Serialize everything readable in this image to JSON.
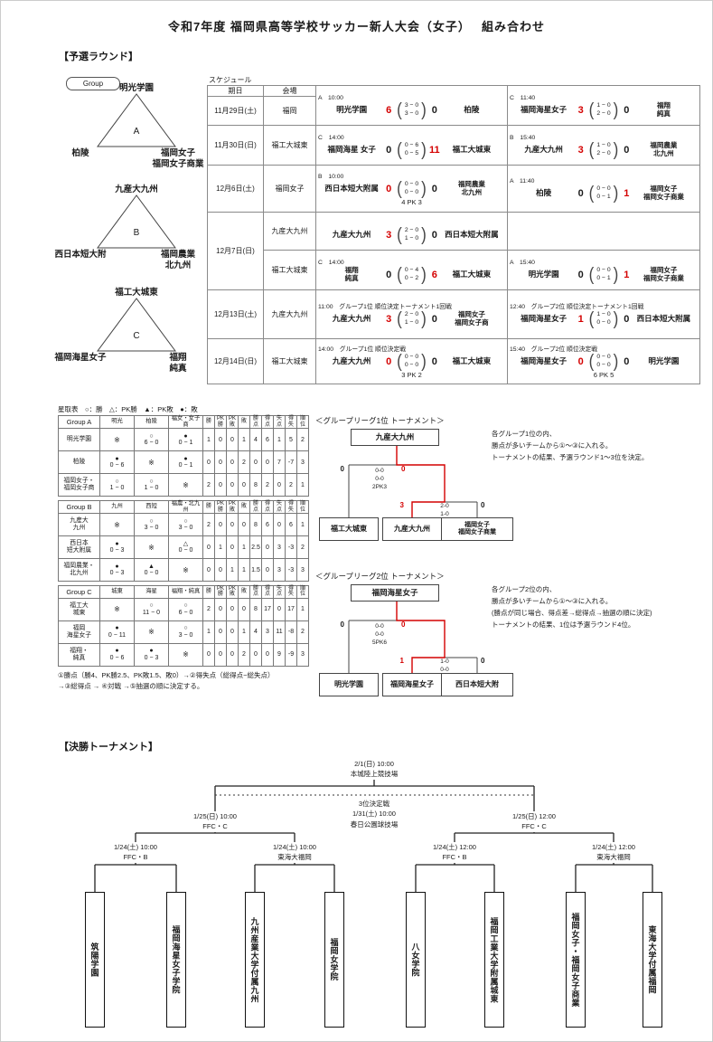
{
  "title": "令和7年度 福岡県高等学校サッカー新人大会（女子）　 組み合わせ",
  "sections": {
    "preliminary": "【予選ラウンド】",
    "final": "【決勝トーナメント】"
  },
  "groups_label": "Group",
  "colors": {
    "score_red": "#d40000",
    "line_black": "#444444"
  },
  "groups": [
    {
      "letter": "A",
      "top": "明光学園",
      "left": [
        "柏陵"
      ],
      "right": [
        "福岡女子",
        "福岡女子商業"
      ]
    },
    {
      "letter": "B",
      "top": "九産大九州",
      "left": [
        "西日本短大附"
      ],
      "right": [
        "福岡農業",
        "北九州"
      ]
    },
    {
      "letter": "C",
      "top": "福工大城東",
      "left": [
        "福岡海星女子"
      ],
      "right": [
        "福翔",
        "純真"
      ]
    }
  ],
  "schedule": {
    "label": "スケジュール",
    "headers": {
      "date": "期日",
      "venue": "会場"
    },
    "rows": [
      {
        "date": "11月29日(土)",
        "venues": [
          {
            "venue": "福岡",
            "matches": [
              {
                "hdr": "A　10:00",
                "home": [
                  "明光学園"
                ],
                "h": "6",
                "hr": true,
                "half": [
                  "3 − 0",
                  "3 − 0"
                ],
                "a": "0",
                "ar": false,
                "away": [
                  "柏陵"
                ]
              },
              {
                "hdr": "C　11:40",
                "home": [
                  "福岡海星女子"
                ],
                "h": "3",
                "hr": true,
                "half": [
                  "1 − 0",
                  "2 − 0"
                ],
                "a": "0",
                "ar": false,
                "away": [
                  "福翔",
                  "純真"
                ]
              }
            ]
          }
        ]
      },
      {
        "date": "11月30日(日)",
        "venues": [
          {
            "venue": "福工大城東",
            "matches": [
              {
                "hdr": "C　14:00",
                "home": [
                  "福岡海星 女子"
                ],
                "h": "0",
                "hr": false,
                "half": [
                  "0 − 6",
                  "0 − 5"
                ],
                "a": "11",
                "ar": true,
                "away": [
                  "福工大城東"
                ]
              },
              {
                "hdr": "B　15:40",
                "home": [
                  "九産大九州"
                ],
                "h": "3",
                "hr": true,
                "half": [
                  "1 − 0",
                  "2 − 0"
                ],
                "a": "0",
                "ar": false,
                "away": [
                  "福岡農業",
                  "北九州"
                ]
              }
            ]
          }
        ]
      },
      {
        "date": "12月6日(土)",
        "venues": [
          {
            "venue": "福岡女子",
            "matches": [
              {
                "hdr": "B　10:00",
                "home": [
                  "西日本短大附属"
                ],
                "h": "0",
                "hr": true,
                "half": [
                  "0 − 0",
                  "0 − 0"
                ],
                "a": "0",
                "ar": false,
                "away": [
                  "福岡農業",
                  "北九州"
                ],
                "pk": "4 PK 3"
              },
              {
                "hdr": "A　11:40",
                "home": [
                  "柏陵"
                ],
                "h": "0",
                "hr": false,
                "half": [
                  "0 − 0",
                  "0 − 1"
                ],
                "a": "1",
                "ar": true,
                "away": [
                  "福岡女子",
                  "福岡女子商業"
                ]
              }
            ]
          }
        ]
      },
      {
        "date": "12月7日(日)",
        "venues": [
          {
            "venue": "九産大九州",
            "matches": [
              {
                "hdr": "",
                "home": [
                  "九産大九州"
                ],
                "h": "3",
                "hr": true,
                "half": [
                  "2 − 0",
                  "1 − 0"
                ],
                "a": "0",
                "ar": false,
                "away": [
                  "西日本短大附属"
                ]
              },
              null
            ]
          },
          {
            "venue": "福工大城東",
            "matches": [
              {
                "hdr": "C　14:00",
                "home": [
                  "福翔",
                  "純真"
                ],
                "h": "0",
                "hr": false,
                "half": [
                  "0 − 4",
                  "0 − 2"
                ],
                "a": "6",
                "ar": true,
                "away": [
                  "福工大城東"
                ]
              },
              {
                "hdr": "A　15:40",
                "home": [
                  "明光学園"
                ],
                "h": "0",
                "hr": false,
                "half": [
                  "0 − 0",
                  "0 − 1"
                ],
                "a": "1",
                "ar": true,
                "away": [
                  "福岡女子",
                  "福岡女子商業"
                ]
              }
            ]
          }
        ]
      },
      {
        "date": "12月13日(土)",
        "venues": [
          {
            "venue": "九産大九州",
            "matches": [
              {
                "hdr": "11:00　グループ1位 順位決定トーナメント1回戦",
                "home": [
                  "九産大九州"
                ],
                "h": "3",
                "hr": true,
                "half": [
                  "2 − 0",
                  "1 − 0"
                ],
                "a": "0",
                "ar": false,
                "away": [
                  "福岡女子",
                  "福岡女子商"
                ]
              },
              {
                "hdr": "12:40　グループ2位 順位決定トーナメント1回戦",
                "home": [
                  "福岡海星女子"
                ],
                "h": "1",
                "hr": true,
                "half": [
                  "1 − 0",
                  "0 − 0"
                ],
                "a": "0",
                "ar": false,
                "away": [
                  "西日本短大附属"
                ]
              }
            ]
          }
        ]
      },
      {
        "date": "12月14日(日)",
        "venues": [
          {
            "venue": "福工大城東",
            "matches": [
              {
                "hdr": "14:00　グループ1位 順位決定戦",
                "home": [
                  "九産大九州"
                ],
                "h": "0",
                "hr": true,
                "half": [
                  "0 − 0",
                  "0 − 0"
                ],
                "a": "0",
                "ar": false,
                "away": [
                  "福工大城東"
                ],
                "pk": "3 PK 2"
              },
              {
                "hdr": "15:40　グループ2位 順位決定戦",
                "home": [
                  "福岡海星女子"
                ],
                "h": "0",
                "hr": true,
                "half": [
                  "0 − 0",
                  "0 − 0"
                ],
                "a": "0",
                "ar": false,
                "away": [
                  "明光学園"
                ],
                "pk": "6 PK 5"
              }
            ]
          }
        ]
      }
    ]
  },
  "standings": {
    "legend": "星取表　○：勝　△：PK勝　▲：PK敗　●：敗",
    "stat_headers": [
      "勝",
      "PK勝",
      "PK敗",
      "敗",
      "勝点",
      "得点",
      "失点",
      "得失",
      "順位"
    ],
    "notes": [
      "①勝点（勝4、PK勝2.5、PK敗1.5、敗0）→②得失点（総得点−総失点）",
      "→③総得点 → ④対戦 →⑤抽選の順に決定する。"
    ],
    "tables": [
      {
        "name": "Group A",
        "opponents": [
          "明光",
          "柏陵",
          "福女・女子商"
        ],
        "rows": [
          {
            "team": [
              "明光学園"
            ],
            "cells": [
              {
                "self": true
              },
              {
                "sym": "○",
                "score": "6 − 0"
              },
              {
                "sym": "●",
                "score": "0 − 1"
              }
            ],
            "stats": [
              "1",
              "0",
              "0",
              "1",
              "4",
              "6",
              "1",
              "5",
              "2"
            ]
          },
          {
            "team": [
              "柏陵"
            ],
            "cells": [
              {
                "sym": "●",
                "score": "0 − 6"
              },
              {
                "self": true
              },
              {
                "sym": "●",
                "score": "0 − 1"
              }
            ],
            "stats": [
              "0",
              "0",
              "0",
              "2",
              "0",
              "0",
              "7",
              "-7",
              "3"
            ]
          },
          {
            "team": [
              "福岡女子・",
              "福岡女子商"
            ],
            "cells": [
              {
                "sym": "○",
                "score": "1 − 0"
              },
              {
                "sym": "○",
                "score": "1 − 0"
              },
              {
                "self": true
              }
            ],
            "stats": [
              "2",
              "0",
              "0",
              "0",
              "8",
              "2",
              "0",
              "2",
              "1"
            ]
          }
        ]
      },
      {
        "name": "Group B",
        "opponents": [
          "九州",
          "西短",
          "福農・北九州"
        ],
        "rows": [
          {
            "team": [
              "九産大",
              "九州"
            ],
            "cells": [
              {
                "self": true
              },
              {
                "sym": "○",
                "score": "3 − 0"
              },
              {
                "sym": "○",
                "score": "3 − 0"
              }
            ],
            "stats": [
              "2",
              "0",
              "0",
              "0",
              "8",
              "6",
              "0",
              "6",
              "1"
            ]
          },
          {
            "team": [
              "西日本",
              "短大附属"
            ],
            "cells": [
              {
                "sym": "●",
                "score": "0 − 3"
              },
              {
                "self": true
              },
              {
                "sym": "△",
                "score": "0 − 0"
              }
            ],
            "stats": [
              "0",
              "1",
              "0",
              "1",
              "2.5",
              "0",
              "3",
              "-3",
              "2"
            ]
          },
          {
            "team": [
              "福岡農業・",
              "北九州"
            ],
            "cells": [
              {
                "sym": "●",
                "score": "0 − 3"
              },
              {
                "sym": "▲",
                "score": "0 − 0"
              },
              {
                "self": true
              }
            ],
            "stats": [
              "0",
              "0",
              "1",
              "1",
              "1.5",
              "0",
              "3",
              "-3",
              "3"
            ]
          }
        ]
      },
      {
        "name": "Group C",
        "opponents": [
          "城東",
          "海星",
          "福翔・純真"
        ],
        "rows": [
          {
            "team": [
              "福工大",
              "城東"
            ],
            "cells": [
              {
                "self": true
              },
              {
                "sym": "○",
                "score": "11 − 0"
              },
              {
                "sym": "○",
                "score": "6 − 0"
              }
            ],
            "stats": [
              "2",
              "0",
              "0",
              "0",
              "8",
              "17",
              "0",
              "17",
              "1"
            ]
          },
          {
            "team": [
              "福岡",
              "海星女子"
            ],
            "cells": [
              {
                "sym": "●",
                "score": "0 − 11"
              },
              {
                "self": true
              },
              {
                "sym": "○",
                "score": "3 − 0"
              }
            ],
            "stats": [
              "1",
              "0",
              "0",
              "1",
              "4",
              "3",
              "11",
              "-8",
              "2"
            ]
          },
          {
            "team": [
              "福翔・",
              "純真"
            ],
            "cells": [
              {
                "sym": "●",
                "score": "0 − 6"
              },
              {
                "sym": "●",
                "score": "0 − 3"
              },
              {
                "self": true
              }
            ],
            "stats": [
              "0",
              "0",
              "0",
              "2",
              "0",
              "0",
              "9",
              "-9",
              "3"
            ]
          }
        ]
      }
    ]
  },
  "mini_brackets": [
    {
      "title": "＜グループリーグ1位 トーナメント＞",
      "champion": "九産大九州",
      "teams": [
        [
          "福工大城東"
        ],
        [
          "九産大九州"
        ],
        [
          "福岡女子",
          "福岡女子商業"
        ]
      ],
      "final_left_score": "0",
      "final_right_score": "0",
      "final_detail": [
        "0-0",
        "0-0",
        "2PK3"
      ],
      "semi_left_score": "3",
      "semi_right_score": "0",
      "semi_detail": [
        "2-0",
        "1-0"
      ],
      "note": [
        "各グループ1位の内、",
        "勝点が多いチームから①～③に入れる。",
        "トーナメントの結果、予選ラウンド1～3位を決定。"
      ]
    },
    {
      "title": "＜グループリーグ2位 トーナメント＞",
      "champion": "福岡海星女子",
      "teams": [
        [
          "明光学園"
        ],
        [
          "福岡海星女子"
        ],
        [
          "西日本短大附"
        ]
      ],
      "final_left_score": "0",
      "final_right_score": "0",
      "final_detail": [
        "0-0",
        "0-0",
        "5PK6"
      ],
      "semi_left_score": "1",
      "semi_right_score": "0",
      "semi_detail": [
        "1-0",
        "0-0"
      ],
      "note": [
        "各グループ2位の内、",
        "勝点が多いチームから①～③に入れる。",
        "(勝点が同じ場合、得点差→総得点→抽選の順に決定)",
        "トーナメントの結果、1位は予選ラウンド4位。"
      ]
    }
  ],
  "final_bracket": {
    "teams": [
      "筑陽学園",
      "福岡海星女子学院",
      "九州産業大学付属九州",
      "福岡女学院",
      "八女学院",
      "福岡工業大学附属城東",
      "福岡女子・福岡女子商業",
      "東海大学付属福岡"
    ],
    "quarterfinals": [
      [
        "1/24(土) 10:00",
        "FFC・B"
      ],
      [
        "1/24(土) 10:00",
        "東海大福岡"
      ],
      [
        "1/24(土) 12:00",
        "FFC・B"
      ],
      [
        "1/24(土) 12:00",
        "東海大福岡"
      ]
    ],
    "semifinals": [
      [
        "1/25(日) 10:00",
        "FFC・C"
      ],
      [
        "1/25(日) 12:00",
        "FFC・C"
      ]
    ],
    "final": [
      "2/1(日) 10:00",
      "本城陸上競技場"
    ],
    "third_place": [
      "3位決定戦",
      "1/31(土) 10:00",
      "春日公園球技場"
    ]
  }
}
